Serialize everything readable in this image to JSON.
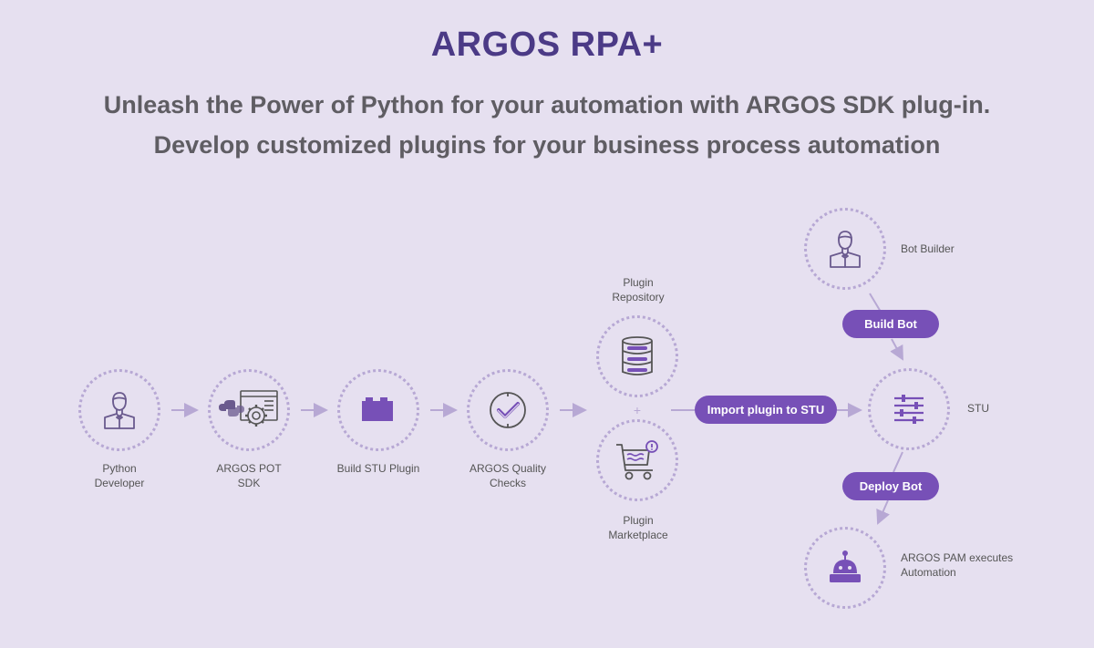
{
  "header": {
    "title": "ARGOS RPA+",
    "subtitle_line1": "Unleash the Power of Python for your automation with ARGOS SDK plug-in.",
    "subtitle_line2": "Develop customized plugins for your business process automation"
  },
  "nodes": {
    "python_developer": {
      "label_line1": "Python",
      "label_line2": "Developer",
      "icon": "developer-icon"
    },
    "argos_pot_sdk": {
      "label_line1": "ARGOS POT",
      "label_line2": "SDK",
      "icon": "sdk-gear-icon"
    },
    "build_stu_plugin": {
      "label": "Build STU Plugin",
      "icon": "plugin-block-icon"
    },
    "quality_checks": {
      "label_line1": "ARGOS Quality",
      "label_line2": "Checks",
      "icon": "check-badge-icon"
    },
    "plugin_repository": {
      "label_line1": "Plugin",
      "label_line2": "Repository",
      "icon": "database-icon"
    },
    "plugin_marketplace": {
      "label_line1": "Plugin",
      "label_line2": "Marketplace",
      "icon": "cart-icon"
    },
    "stu": {
      "label": "STU",
      "icon": "sliders-icon"
    },
    "bot_builder": {
      "label": "Bot Builder",
      "icon": "builder-icon"
    },
    "argos_pam": {
      "label_line1": "ARGOS PAM executes",
      "label_line2": "Automation",
      "icon": "robot-icon"
    }
  },
  "actions": {
    "import_plugin": "Import plugin to STU",
    "build_bot": "Build Bot",
    "deploy_bot": "Deploy Bot"
  },
  "symbols": {
    "plus": "+"
  },
  "colors": {
    "background": "#e6e0f0",
    "title": "#4b3a86",
    "accent": "#7750b7",
    "icon": "#6a5a8e",
    "connector": "#b7a8d4"
  }
}
